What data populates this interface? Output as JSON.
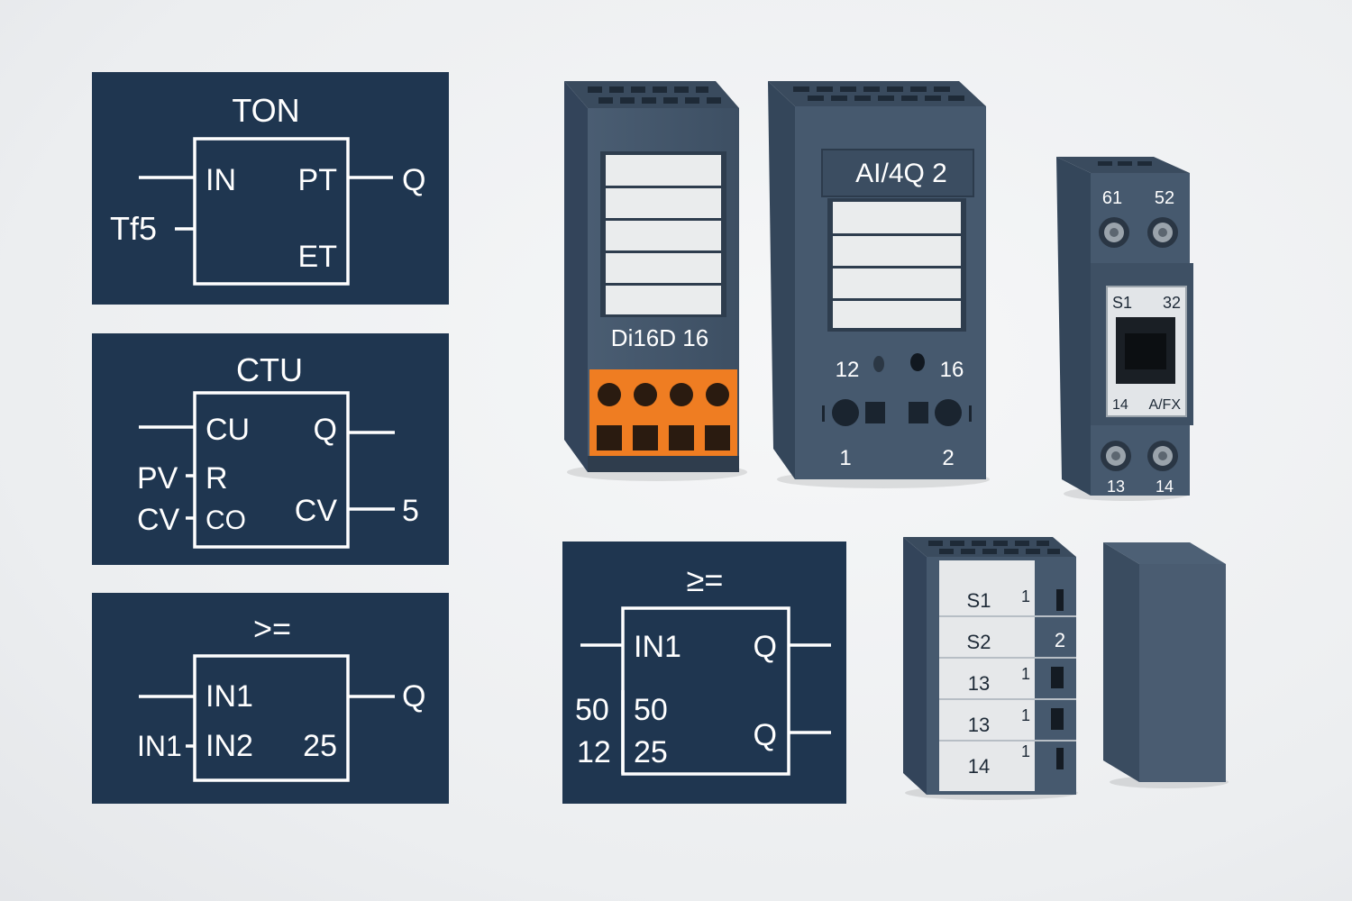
{
  "colors": {
    "background": "#eceef0",
    "panel": "#1f3650",
    "module_body": "#44566a",
    "terminal_orange": "#ef7d22",
    "label_strip": "#e6e8ea"
  },
  "function_blocks": {
    "ton": {
      "title": "TON",
      "in_left": "IN",
      "in_right": "PT",
      "out_et": "ET",
      "input_value": "Tf5",
      "output": "Q"
    },
    "ctu": {
      "title": "CTU",
      "cu": "CU",
      "q_pin": "Q",
      "r": "R",
      "co": "CO",
      "cv_pin": "CV",
      "pv_value": "PV",
      "cv_value": "CV",
      "cv_output": "5"
    },
    "ge_left": {
      "title": ">=",
      "in1": "IN1",
      "in2": "IN2",
      "value": "25",
      "input_value": "IN1",
      "output": "Q"
    },
    "ge_center": {
      "title": "≥=",
      "in1": "IN1",
      "q1": "Q",
      "pin_50": "50",
      "pin_25": "25",
      "q2": "Q",
      "value_50": "50",
      "value_12": "12"
    }
  },
  "modules": {
    "di": {
      "label": "Di16D 16"
    },
    "ai": {
      "label": "AI/4Q 2",
      "left_num": "12",
      "right_num": "16",
      "bottom_left": "1",
      "bottom_right": "2"
    },
    "net": {
      "top_left": "61",
      "top_right": "52",
      "tag_tl": "S1",
      "tag_tr": "32",
      "tag_bl": "14",
      "tag_br": "A/FX",
      "bottom_left": "13",
      "bottom_right": "14"
    },
    "strip": {
      "rows": [
        {
          "label": "S1",
          "num": "1"
        },
        {
          "label": "S2",
          "num": "2"
        },
        {
          "label": "13",
          "num": "1"
        },
        {
          "label": "13",
          "num": "1"
        },
        {
          "label": "14",
          "num": "1"
        }
      ]
    }
  }
}
